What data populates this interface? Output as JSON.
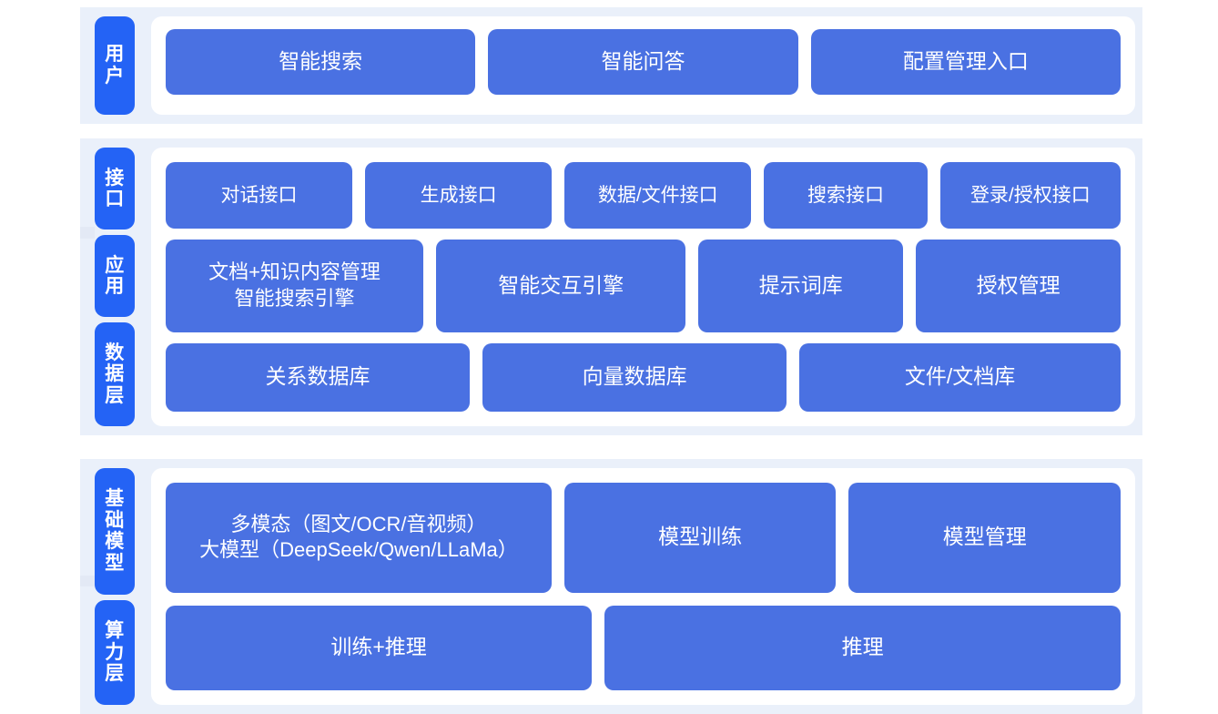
{
  "theme": {
    "page_background": "#ffffff",
    "section_background": "#eaf0fa",
    "section_gap_band": "#e3e9f5",
    "card_background": "#ffffff",
    "label_badge_color": "#2463f5",
    "box_color": "#4a71e2",
    "box_text_color": "#ffffff"
  },
  "sections": [
    {
      "id": "user",
      "labels": [
        "用户"
      ],
      "rows": [
        {
          "boxes": [
            {
              "text": "智能搜索"
            },
            {
              "text": "智能问答"
            },
            {
              "text": "配置管理入口"
            }
          ]
        }
      ]
    },
    {
      "id": "platform",
      "labels": [
        "接口",
        "应用",
        "数据层"
      ],
      "rows": [
        {
          "name": "interface-row",
          "boxes": [
            {
              "text": "对话接口",
              "flex": 1.08
            },
            {
              "text": "生成接口",
              "flex": 1.08
            },
            {
              "text": "数据/文件接口",
              "flex": 1.08
            },
            {
              "text": "搜索接口",
              "flex": 0.93
            },
            {
              "text": "登录/授权接口",
              "flex": 1.04
            }
          ]
        },
        {
          "name": "application-row",
          "boxes": [
            {
              "text": "文档+知识内容管理\n智能搜索引擎",
              "flex": 1.22
            },
            {
              "text": "智能交互引擎",
              "flex": 1.18
            },
            {
              "text": "提示词库",
              "flex": 0.95
            },
            {
              "text": "授权管理",
              "flex": 0.95
            }
          ]
        },
        {
          "name": "data-row",
          "boxes": [
            {
              "text": "关系数据库",
              "flex": 1
            },
            {
              "text": "向量数据库",
              "flex": 1
            },
            {
              "text": "文件/文档库",
              "flex": 1.06
            }
          ]
        }
      ]
    },
    {
      "id": "infrastructure",
      "labels": [
        "基础模型",
        "算力层"
      ],
      "rows": [
        {
          "name": "model-row",
          "boxes": [
            {
              "text": "多模态（图文/OCR/音视频）\n大模型（DeepSeek/Qwen/LLaMa）",
              "flex": 1.45
            },
            {
              "text": "模型训练",
              "flex": 1
            },
            {
              "text": "模型管理",
              "flex": 1
            }
          ]
        },
        {
          "name": "compute-row",
          "boxes": [
            {
              "text": "训练+推理",
              "flex": 1
            },
            {
              "text": "推理",
              "flex": 1.22
            }
          ]
        }
      ]
    }
  ]
}
